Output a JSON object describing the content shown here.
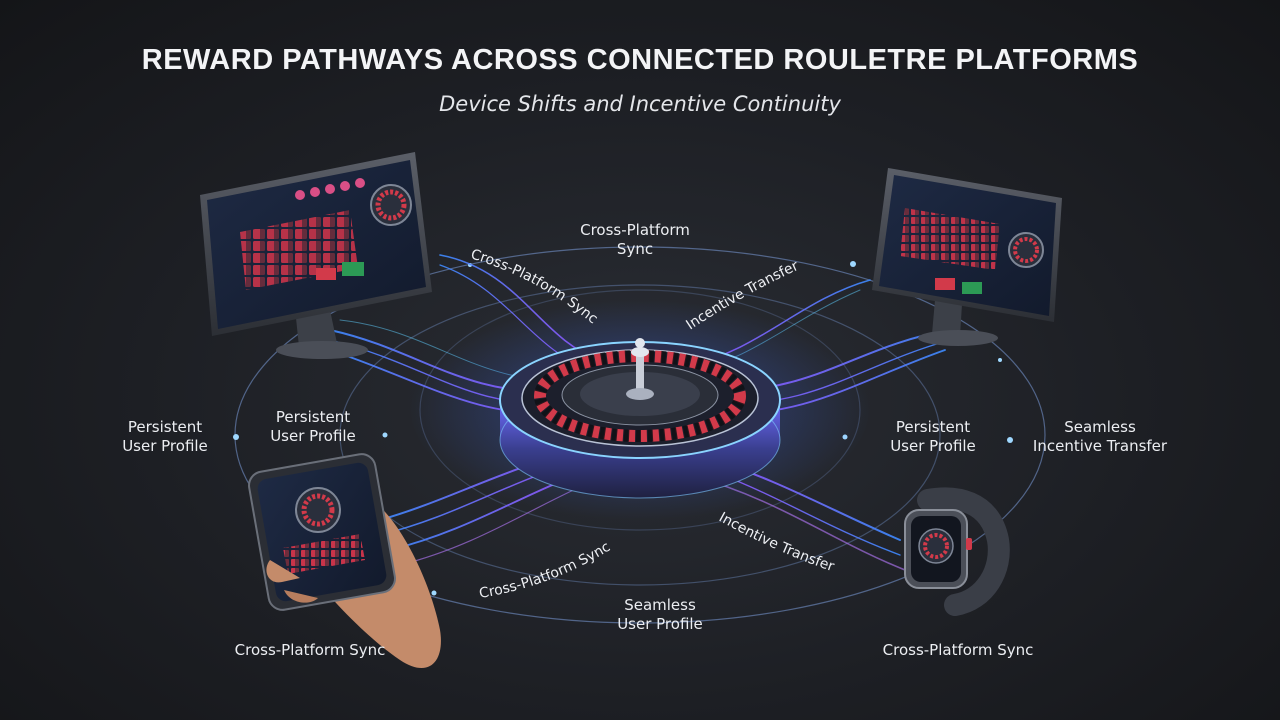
{
  "header": {
    "title": "REWARD PATHWAYS ACROSS CONNECTED ROULETRE PLATFORMS",
    "subtitle": "Device Shifts and Incentive Continuity"
  },
  "labels": {
    "cross_platform_sync_top": [
      "Cross-Platform",
      "Sync"
    ],
    "curved_sync_top_left": "Cross-Platform Sync",
    "curved_incentive_top_right": "Incentive Transfer",
    "persistent_profile_far_left": [
      "Persistent",
      "User Profile"
    ],
    "persistent_profile_inner_left": [
      "Persistent",
      "User Profile"
    ],
    "persistent_profile_inner_right": [
      "Persistent",
      "User Profile"
    ],
    "seamless_incentive_far_right": [
      "Seamless",
      "Incentive Transfer"
    ],
    "curved_sync_bottom_left": "Cross-Platform Sync",
    "curved_incentive_bottom_right": "Incentive Transfer",
    "seamless_profile_bottom": [
      "Seamless",
      "User Profile"
    ],
    "cross_platform_sync_bottom_left": "Cross-Platform Sync",
    "cross_platform_sync_bottom_right": "Cross-Platform Sync"
  },
  "colors": {
    "background": "#1d1f24",
    "flow_blue": "#3d8bff",
    "flow_purple": "#a64dff",
    "roulette_red": "#d23a4a",
    "glow_cyan": "#5fd0ff"
  },
  "icons": [
    "desktop-monitor-icon",
    "tablet-monitor-icon",
    "smartphone-in-hand-icon",
    "smartwatch-icon",
    "roulette-wheel-icon"
  ]
}
